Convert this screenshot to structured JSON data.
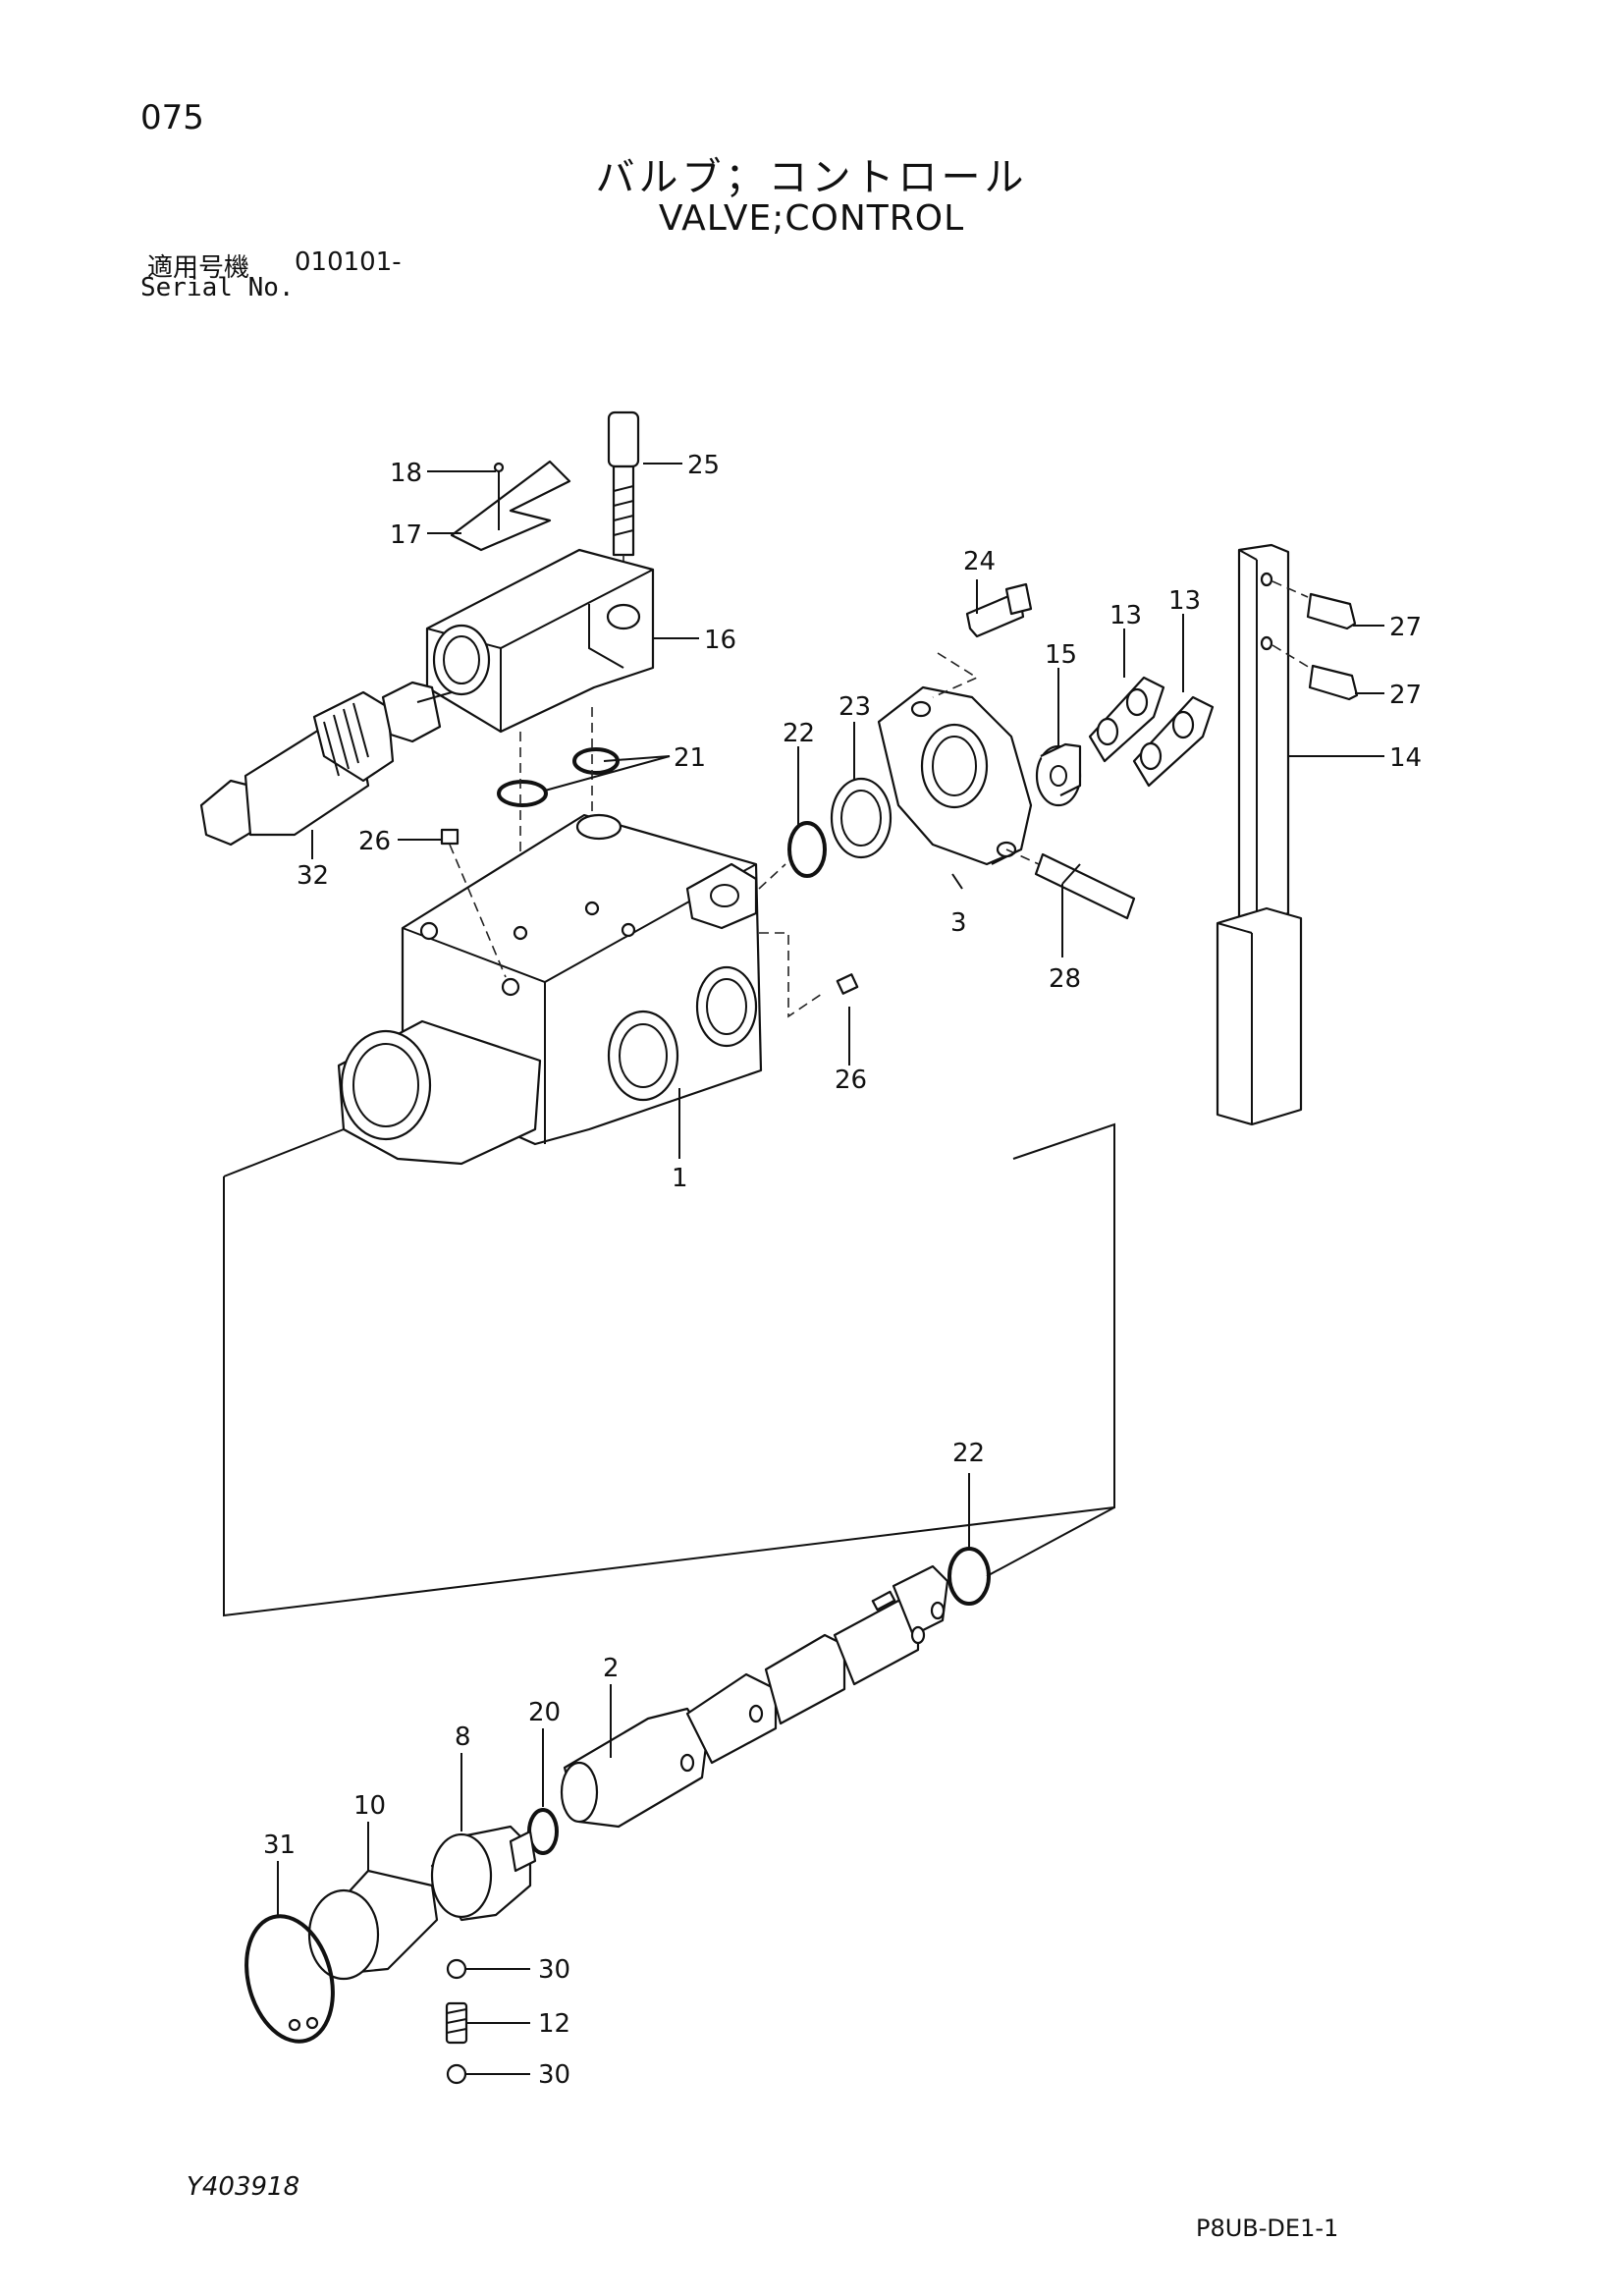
{
  "header": {
    "page_number": "075",
    "title_jp": "バルブ；コントロール",
    "title_en": "VALVE;CONTROL",
    "serial_label_jp": "適用号機",
    "serial_value": "010101-",
    "serial_label_en": "Serial No."
  },
  "footer": {
    "drawing_code": "Y403918",
    "sheet_code": "P8UB-DE1-1"
  },
  "callouts": {
    "c1": "1",
    "c2": "2",
    "c3": "3",
    "c8": "8",
    "c10": "10",
    "c12": "12",
    "c13a": "13",
    "c13b": "13",
    "c14": "14",
    "c15": "15",
    "c16": "16",
    "c17": "17",
    "c18": "18",
    "c20": "20",
    "c21": "21",
    "c22a": "22",
    "c22b": "22",
    "c23": "23",
    "c24": "24",
    "c25": "25",
    "c26a": "26",
    "c26b": "26",
    "c27a": "27",
    "c27b": "27",
    "c28": "28",
    "c30a": "30",
    "c30b": "30",
    "c31": "31",
    "c32": "32"
  }
}
